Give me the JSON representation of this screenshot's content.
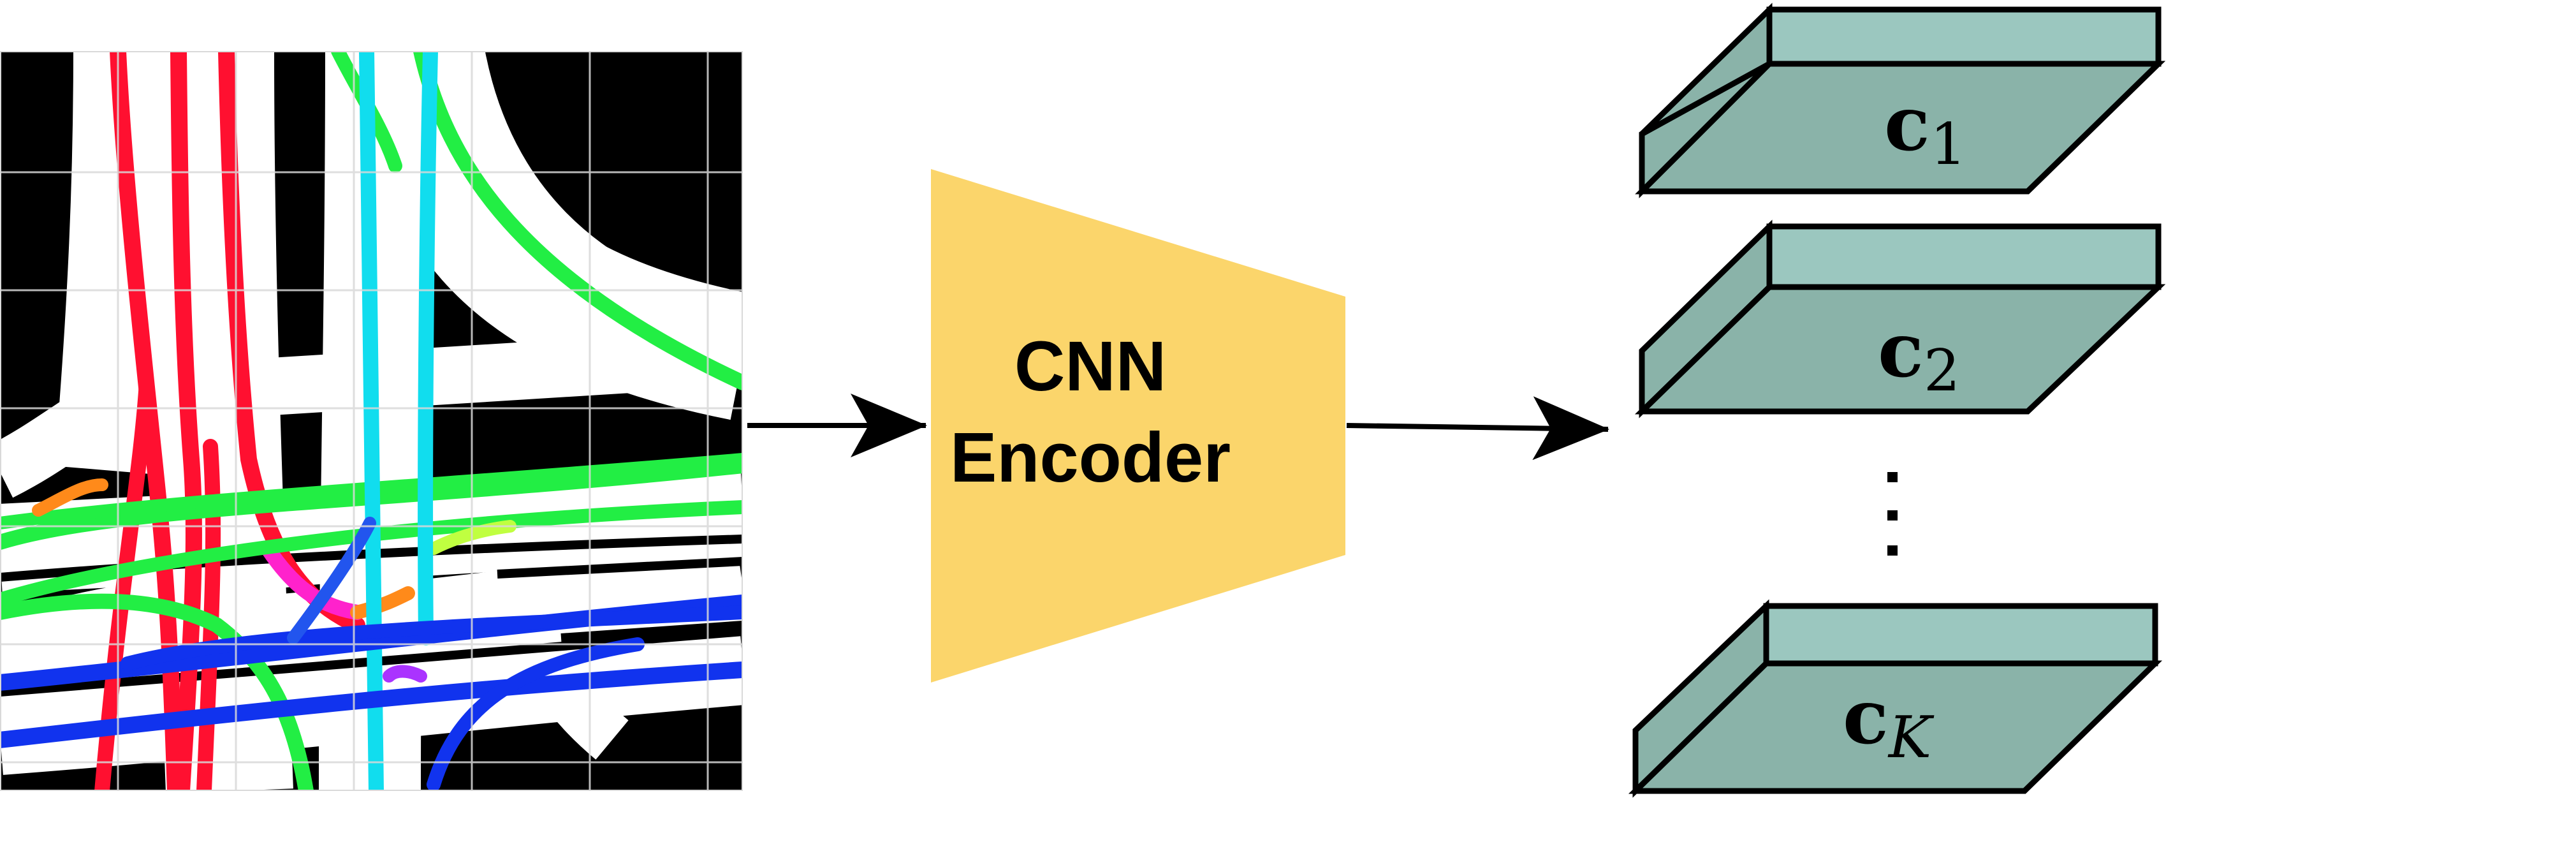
{
  "encoder": {
    "line1": "CNN",
    "line2": "Encoder"
  },
  "blocks": [
    {
      "label": "c",
      "subscript": "1"
    },
    {
      "label": "c",
      "subscript": "2"
    },
    {
      "label": "c",
      "subscript": "K"
    }
  ],
  "colors": {
    "encoder_fill": "#fbd56b",
    "block_top": "#9bc7bf",
    "block_front": "#8ab3a9",
    "map_background": "#000000",
    "road_white": "#ffffff",
    "traj_red": "#ff1030",
    "traj_green": "#22ee44",
    "traj_cyan": "#11ddee",
    "traj_blue": "#1133ee",
    "traj_magenta": "#ff22cc",
    "traj_orange": "#ff8a1a"
  }
}
